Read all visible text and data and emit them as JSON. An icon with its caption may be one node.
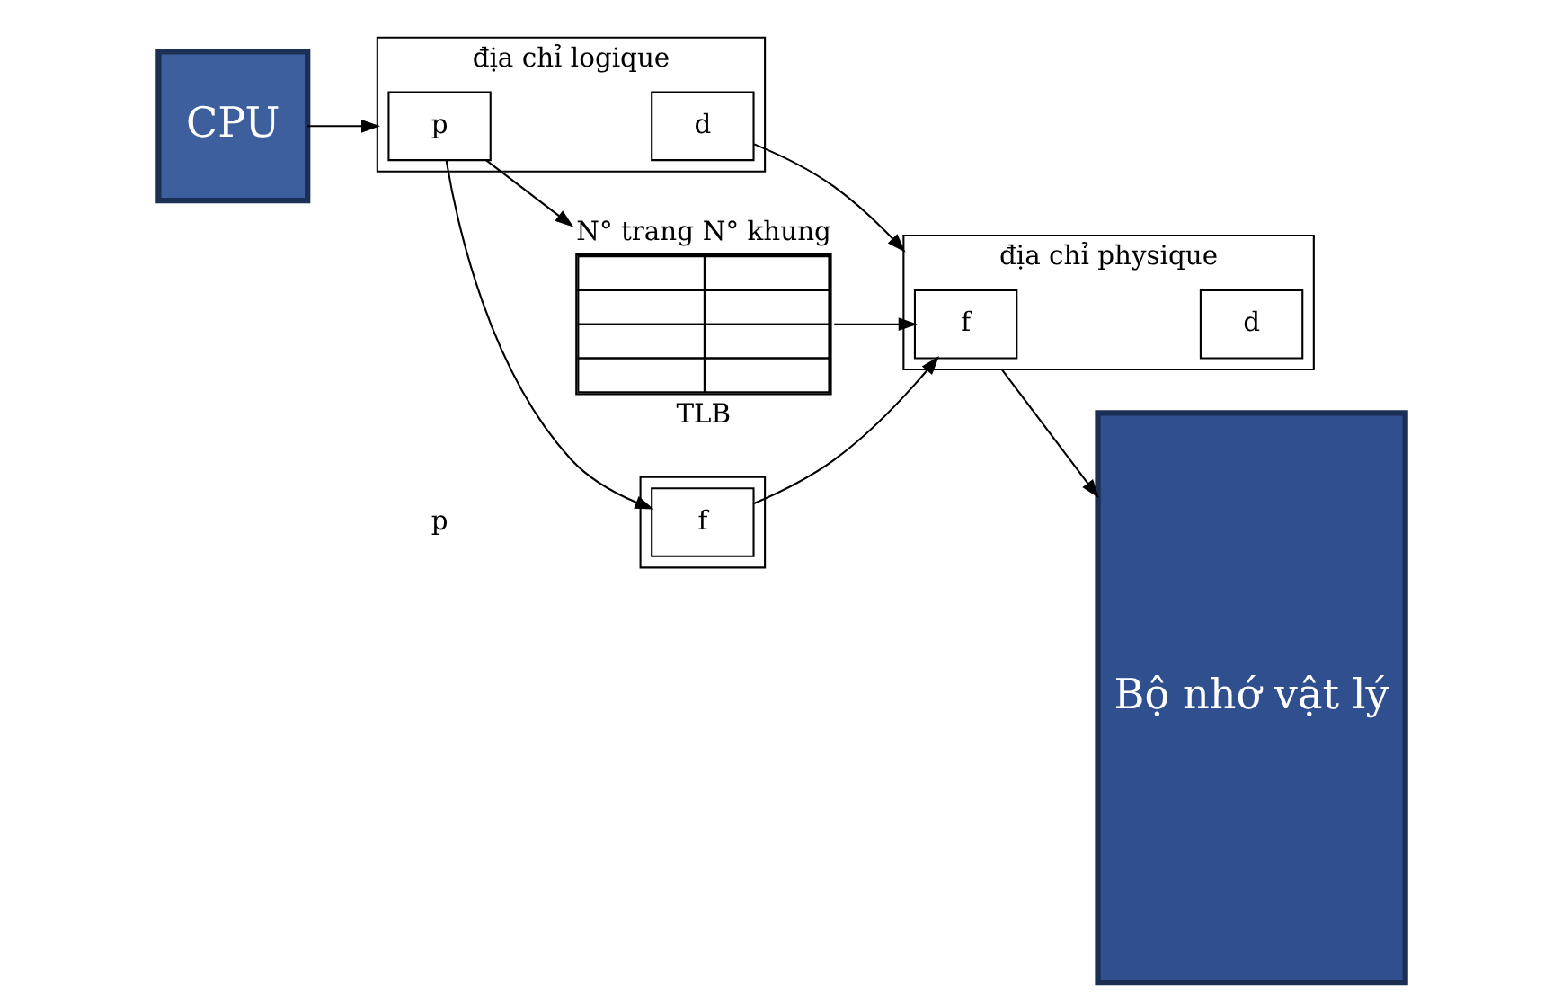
{
  "diagram": {
    "nodes": [
      {
        "text": [
          "CPU"
        ]
      },
      {
        "text": [
          "địa chỉ logique"
        ]
      },
      {
        "text": [
          "p"
        ],
        "in": 1
      },
      {
        "text": [
          "d"
        ],
        "in": 1
      },
      {
        "text": [
          "N° trang",
          "N° khung",
          "TLB"
        ]
      },
      {
        "text": [
          "địa chỉ physique"
        ]
      },
      {
        "text": [
          "f"
        ],
        "in": 5
      },
      {
        "text": [
          "d"
        ],
        "in": 5
      },
      {
        "text": [
          "Bộ nhớ vật lý"
        ]
      },
      {
        "text": [],
        "shape": "box"
      },
      {
        "text": [
          "f"
        ],
        "in": 9
      }
    ],
    "edges": [
      {
        "from": 0,
        "to": 1,
        "arrow": "to"
      },
      {
        "from": 3,
        "to": 5,
        "arrow": "to"
      },
      {
        "from": 2,
        "to": 4,
        "arrow": "to"
      },
      {
        "from": 4,
        "to": 6,
        "arrow": "to"
      },
      {
        "from": 2,
        "to": 10,
        "arrow": "to"
      },
      {
        "from": 10,
        "to": 6,
        "arrow": "to"
      },
      {
        "from": 5,
        "to": 8,
        "arrow": "to"
      }
    ],
    "labels": [
      "p"
    ]
  }
}
